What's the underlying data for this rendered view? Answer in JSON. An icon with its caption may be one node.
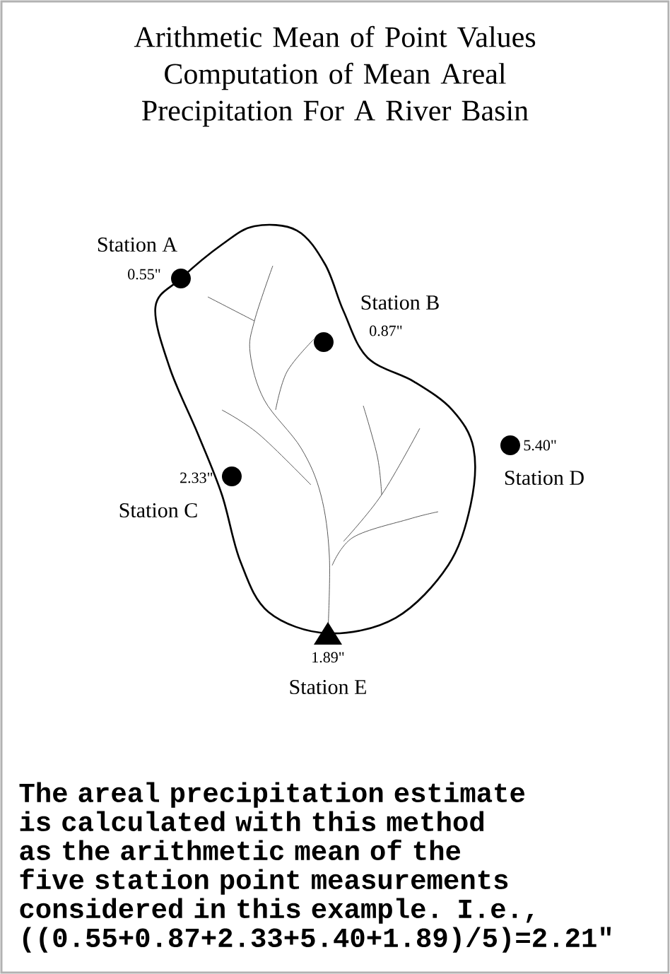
{
  "diagram": {
    "title": "Arithmetic Mean of Point Values Computation of Mean Areal Precipitation For A River Basin",
    "caption": "The areal precipitation estimate is calculated with this method as the arithmetic mean of the five station point measurements considered in this example. I.e., ((0.55+0.87+2.33+5.40+1.89)/5)=2.21\"",
    "labels": [
      "Station A",
      "0.55\"",
      "Station B",
      "0.87\"",
      "5.40\"",
      "2.33\"",
      "Station D",
      "Station C",
      "1.89\"",
      "Station E"
    ]
  }
}
